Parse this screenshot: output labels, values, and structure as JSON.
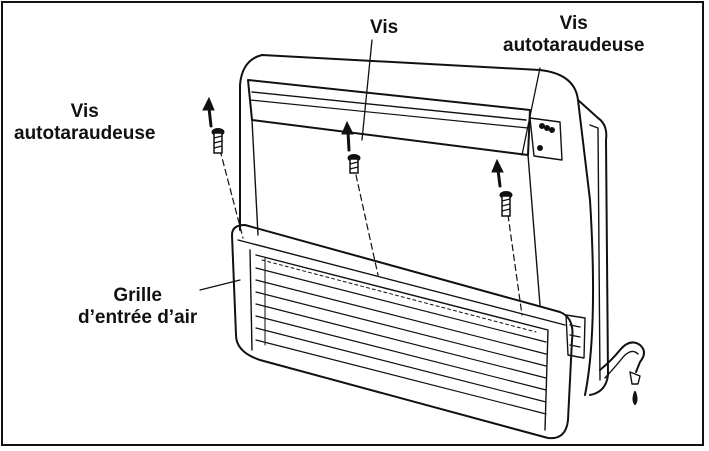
{
  "labels": {
    "screw_left": [
      "Vis",
      "autotaraudeuse"
    ],
    "screw_mid": "Vis",
    "screw_right": [
      "Vis",
      "autotaraudeuse"
    ],
    "grille": [
      "Grille",
      "d’entrée d’air"
    ]
  },
  "colors": {
    "line": "#111111",
    "background": "#ffffff"
  }
}
